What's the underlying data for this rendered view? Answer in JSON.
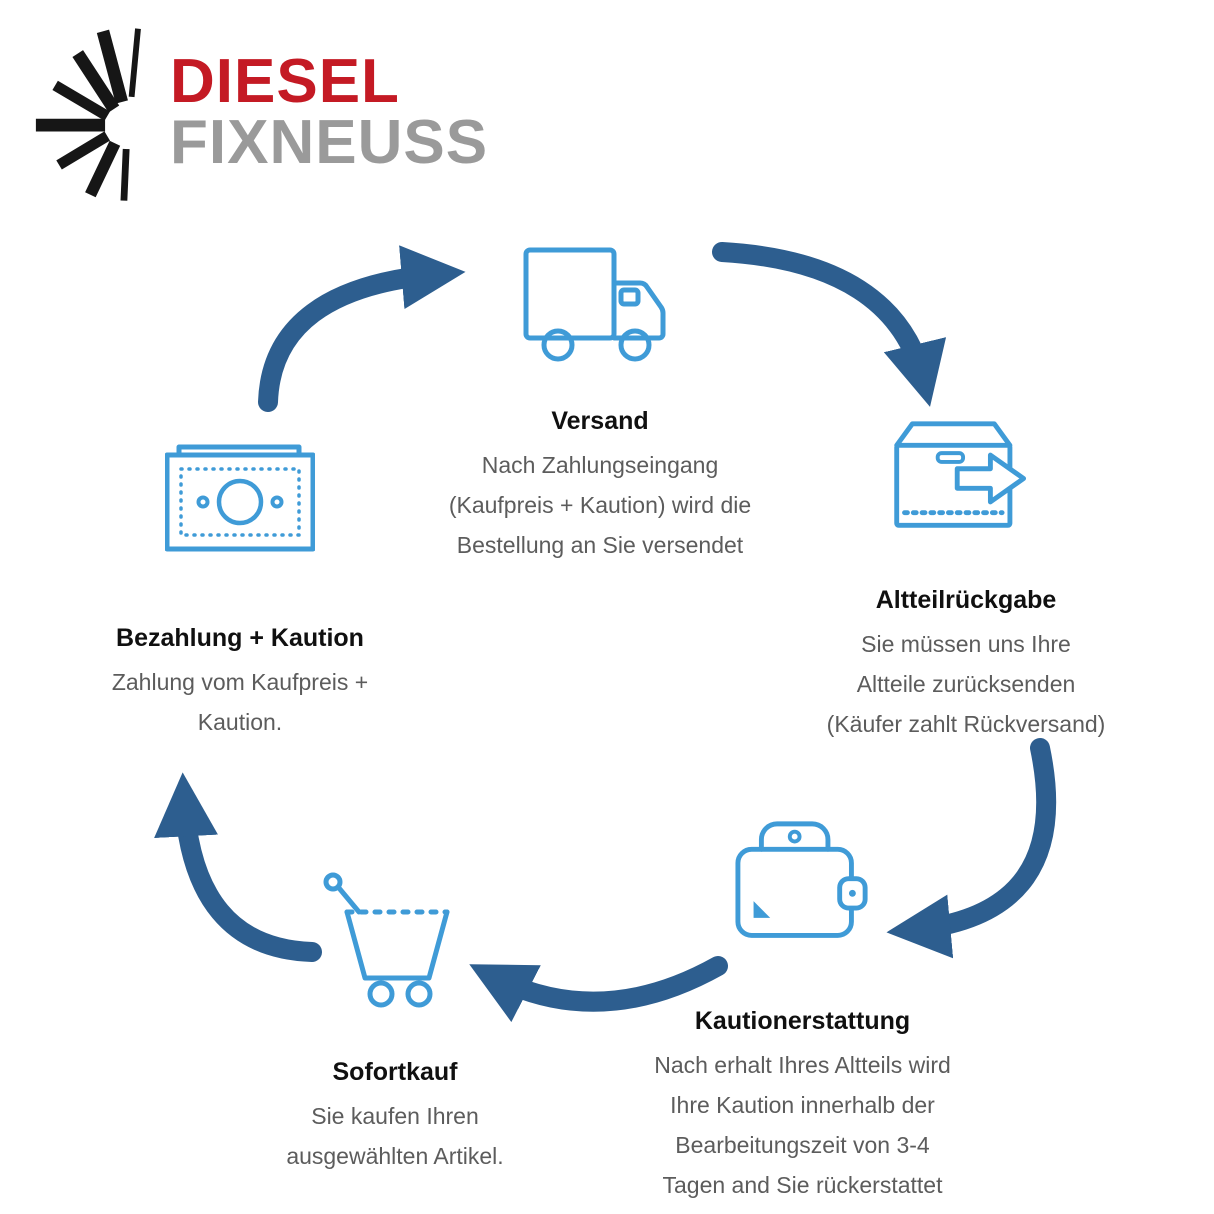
{
  "logo": {
    "line1": "DIESEL",
    "line2": "FIXNEUSS",
    "line1_color": "#c41a24",
    "line2_color": "#9a9a9a",
    "burst_icon": "starburst-icon"
  },
  "colors": {
    "icon_blue": "#3f9bd7",
    "arrow_blue": "#2d5e8f",
    "heading_text": "#101010",
    "body_text": "#5c5c5c",
    "background": "#ffffff"
  },
  "steps": [
    {
      "id": "versand",
      "icon": "truck-icon",
      "title": "Versand",
      "lines": [
        "Nach Zahlungseingang",
        "(Kaufpreis + Kaution) wird die",
        "Bestellung an Sie versendet"
      ]
    },
    {
      "id": "altteilrueckgabe",
      "icon": "return-box-icon",
      "title": "Altteilrückgabe",
      "lines": [
        "Sie müssen uns Ihre",
        "Altteile zurücksenden",
        "(Käufer zahlt Rückversand)"
      ]
    },
    {
      "id": "kautionerstattung",
      "icon": "wallet-icon",
      "title": "Kautionerstattung",
      "lines": [
        "Nach erhalt Ihres Altteils wird",
        "Ihre Kaution innerhalb der",
        "Bearbeitungszeit von 3-4",
        "Tagen and Sie rückerstattet"
      ]
    },
    {
      "id": "sofortkauf",
      "icon": "shopping-cart-icon",
      "title": "Sofortkauf",
      "lines": [
        "Sie kaufen Ihren",
        "ausgewählten Artikel."
      ]
    },
    {
      "id": "bezahlung",
      "icon": "banknote-icon",
      "title": "Bezahlung + Kaution",
      "lines": [
        "Zahlung vom Kaufpreis +",
        "Kaution."
      ]
    }
  ]
}
